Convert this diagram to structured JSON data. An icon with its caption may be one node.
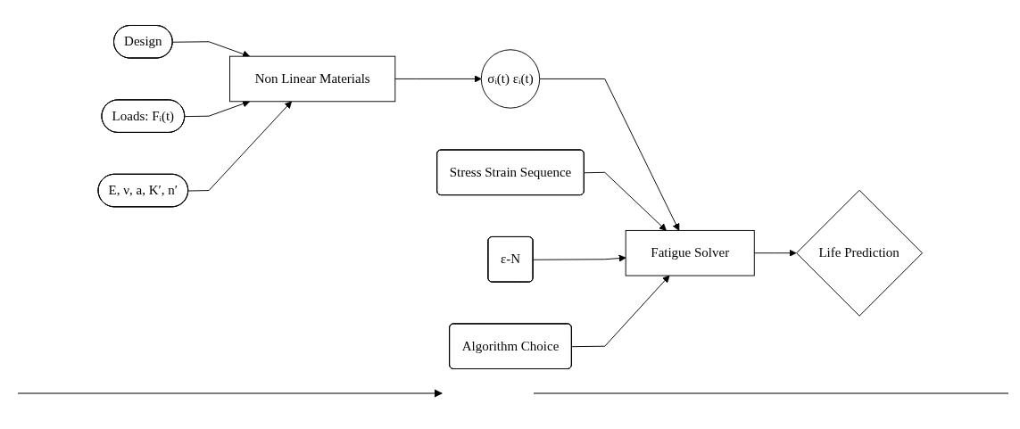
{
  "diagram": {
    "nodes": [
      {
        "text": [
          "Loads: Fᵢ(t)"
        ]
      },
      {
        "text": [
          "Design"
        ]
      },
      {
        "text": [
          "Non Linear Materials"
        ]
      },
      {
        "text": [
          "σᵢ(t) εᵢ(t)"
        ]
      },
      {
        "text": [
          "E, ν, a, K′, n′"
        ]
      },
      {
        "text": [
          "Stress Strain Sequence"
        ]
      },
      {
        "text": [
          "Fatigue Solver"
        ]
      },
      {
        "text": [
          "Life Prediction"
        ]
      },
      {
        "text": [
          "ε-N"
        ]
      },
      {
        "text": [
          "Algorithm Choice"
        ]
      }
    ],
    "edges": [
      {
        "from": 1,
        "to": 2,
        "arrow": "to"
      },
      {
        "from": 0,
        "to": 2,
        "arrow": "to"
      },
      {
        "from": 4,
        "to": 2,
        "arrow": "to"
      },
      {
        "from": 2,
        "to": 3,
        "arrow": "to"
      },
      {
        "from": 3,
        "to": 6,
        "arrow": "to"
      },
      {
        "from": 5,
        "to": 6,
        "arrow": "to"
      },
      {
        "from": 8,
        "to": 6,
        "arrow": "to"
      },
      {
        "from": 9,
        "to": 6,
        "arrow": "to"
      },
      {
        "from": 6,
        "to": 7,
        "arrow": "to"
      }
    ]
  }
}
